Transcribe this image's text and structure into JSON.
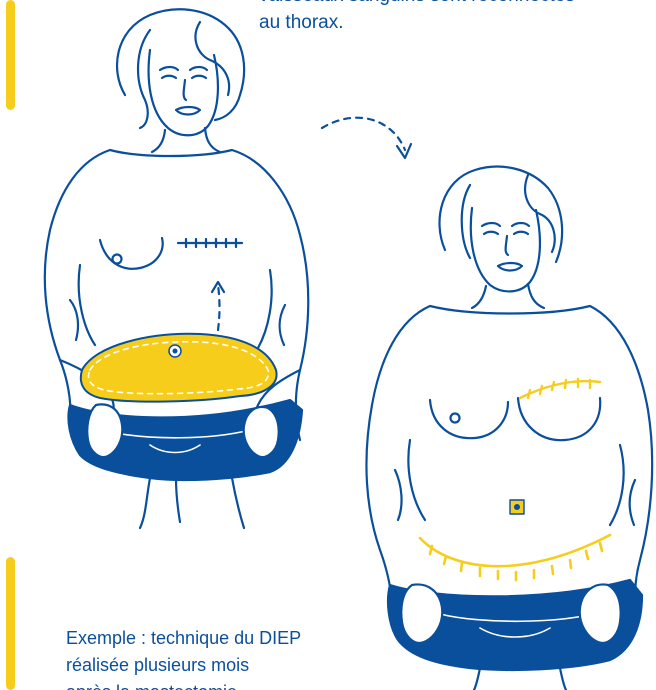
{
  "top_note": {
    "line1": "vaisseaux sanguins sont reconnectés",
    "line2": "au thorax."
  },
  "caption": {
    "line1": "Exemple : technique du DIEP",
    "line2": "réalisée plusieurs mois",
    "line3": "après la mastectomie."
  },
  "colors": {
    "line": "#0a4f9c",
    "accent": "#f7cd1c",
    "underwear": "#0a4f9c",
    "background": "#ffffff"
  },
  "figures": {
    "left": "woman-before-reconstruction",
    "right": "woman-after-reconstruction"
  }
}
